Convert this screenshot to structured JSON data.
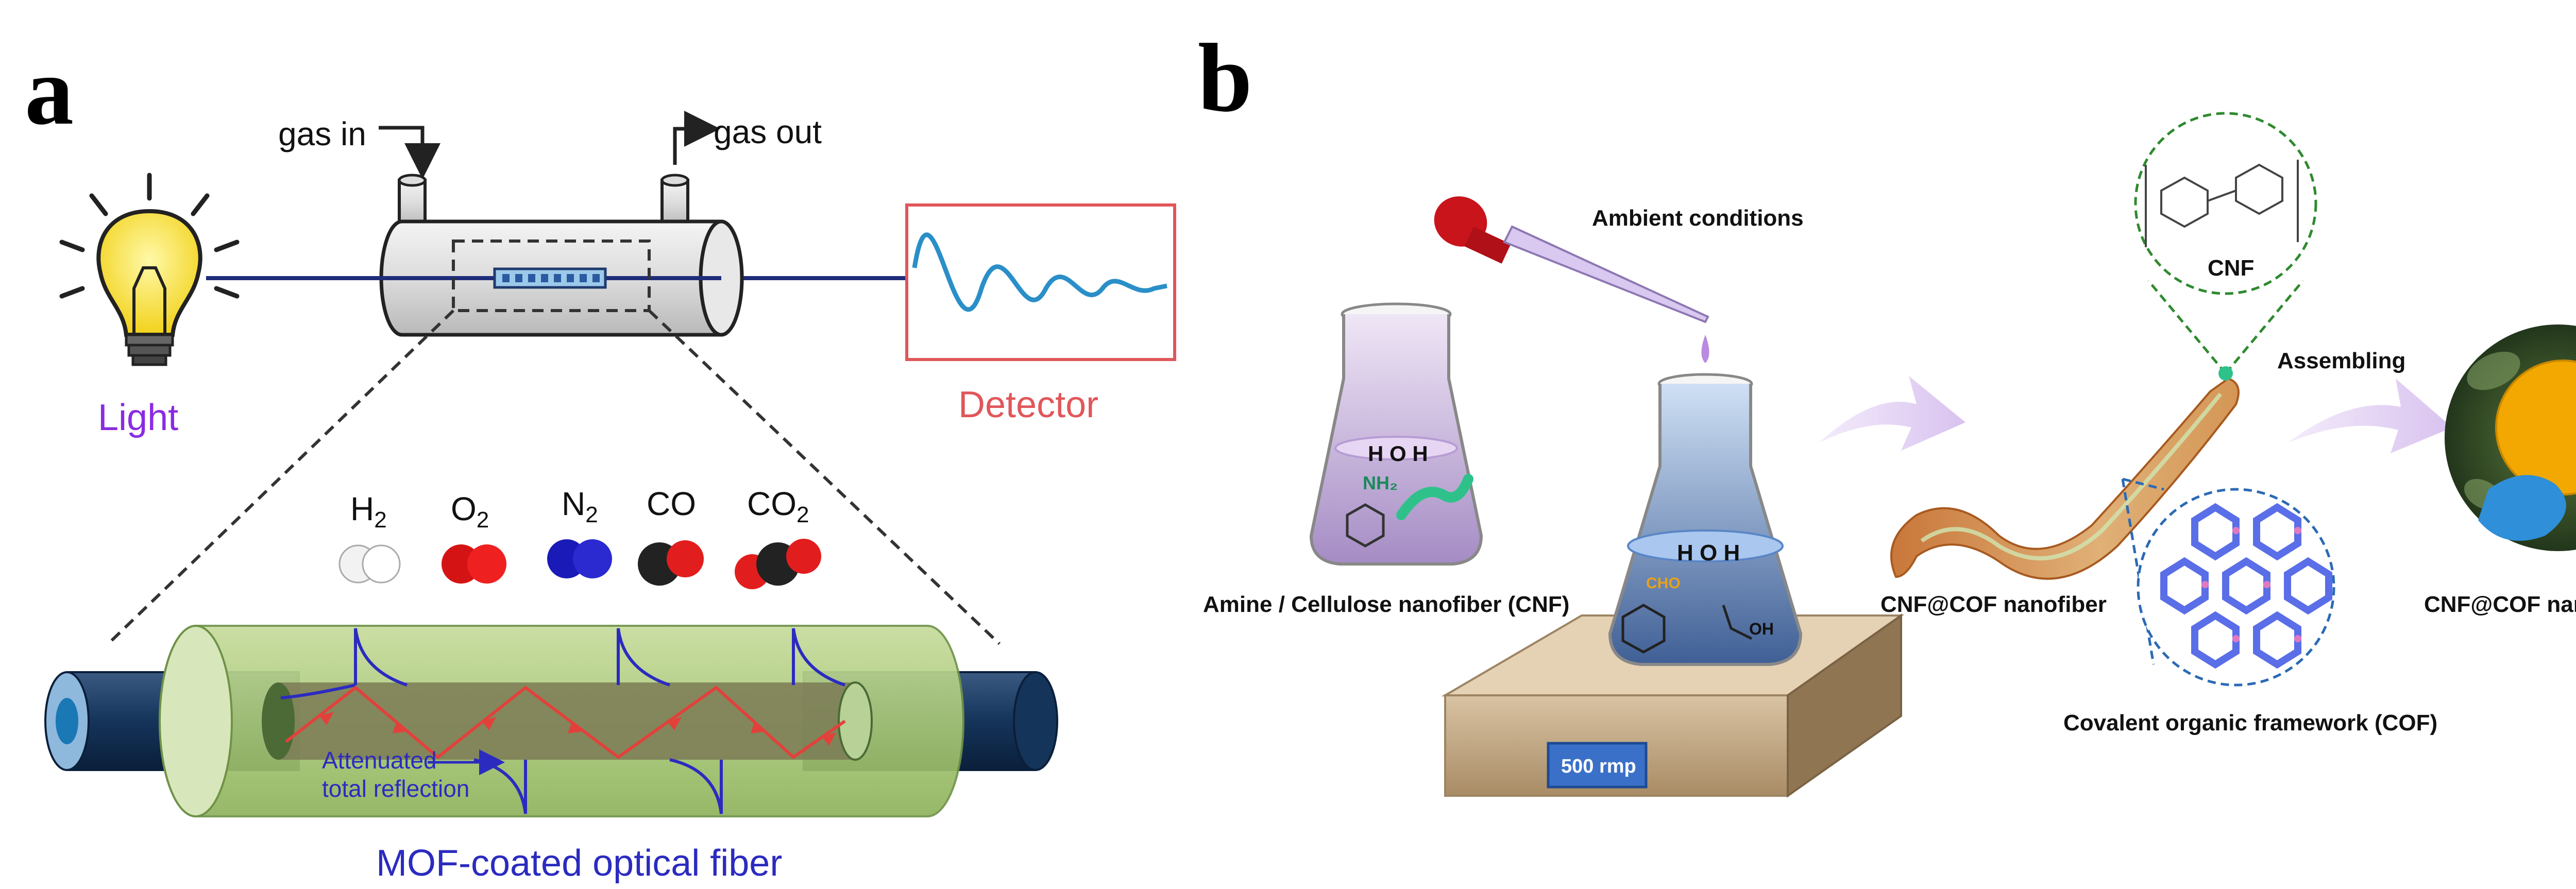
{
  "panel_a": {
    "letter": "a",
    "gas_in": "gas in",
    "gas_out": "gas out",
    "light_label": "Light",
    "detector_label": "Detector",
    "gases": [
      {
        "symbol": "H",
        "sub": "2"
      },
      {
        "symbol": "O",
        "sub": "2"
      },
      {
        "symbol": "N",
        "sub": "2"
      },
      {
        "symbol": "CO",
        "sub": ""
      },
      {
        "symbol": "CO",
        "sub": "2"
      }
    ],
    "atr_line1": "Attenuated",
    "atr_line2": "total reflection",
    "fiber_label": "MOF-coated optical fiber"
  },
  "panel_b": {
    "letter": "b",
    "ambient": "Ambient conditions",
    "amine_cnf": "Amine / Cellulose nanofiber (CNF)",
    "stirrer_speed": "500 rmp",
    "cnf_cof_fiber": "CNF@COF nanofiber",
    "cnf": "CNF",
    "assembling": "Assembling",
    "cnf_cof_paper": "CNF@COF nanopaper",
    "cof": "Covalent organic framework (COF)",
    "flask1_h2o": "H O H",
    "flask1_nh2": "NH₂",
    "flask2_h2o": "H O H",
    "flask2_cho": "CHO",
    "flask2_oh": "OH"
  },
  "colors": {
    "light_purple": "#8a2be2",
    "detector_red": "#e0575a",
    "fiber_blue": "#2b2bc0",
    "wave_blue": "#2a8fc8"
  }
}
